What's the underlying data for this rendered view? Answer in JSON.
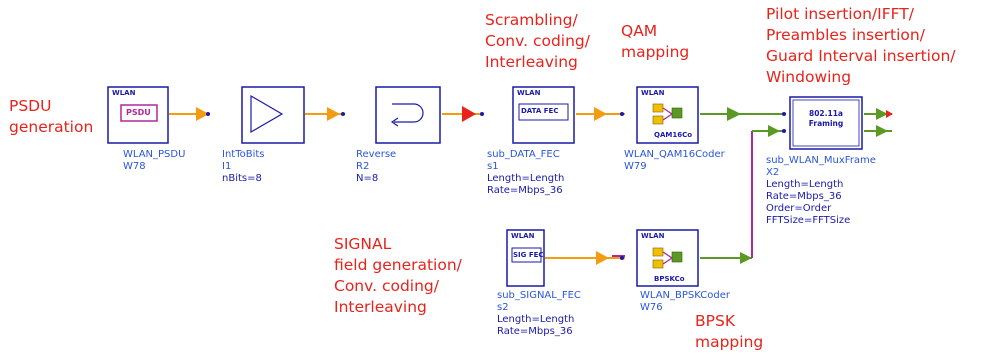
{
  "colors": {
    "annotation": "#e8231c",
    "component_name": "#2a56d8",
    "parameter": "#1a1aa8",
    "wire_orange": "#f39c12",
    "wire_magenta": "#b0289c",
    "wire_green": "#5a9a24",
    "block_border": "#1a1aa8"
  },
  "annotations": {
    "psdu": [
      "PSDU",
      "generation"
    ],
    "scrambling": [
      "Scrambling/",
      "Conv. coding/",
      "Interleaving"
    ],
    "qam": [
      "QAM",
      "mapping"
    ],
    "pilot": [
      "Pilot insertion/IFFT/",
      "Preambles insertion/",
      "Guard Interval insertion/",
      "Windowing"
    ],
    "signal": [
      "SIGNAL",
      "field generation/",
      "Conv. coding/",
      "Interleaving"
    ],
    "bpsk": [
      "BPSK",
      "mapping"
    ]
  },
  "blocks": {
    "psdu": {
      "badge": "WLAN",
      "inner": "PSDU",
      "name": "WLAN_PSDU",
      "id": "W78",
      "params": []
    },
    "inttobits": {
      "name": "IntToBits",
      "id": "I1",
      "params": [
        "nBits=8"
      ]
    },
    "reverse": {
      "name": "Reverse",
      "id": "R2",
      "params": [
        "N=8"
      ]
    },
    "data_fec": {
      "badge": "WLAN",
      "inner": "DATA FEC",
      "name": "sub_DATA_FEC",
      "id": "s1",
      "params": [
        "Length=Length",
        "Rate=Mbps_36"
      ]
    },
    "qam": {
      "badge": "WLAN",
      "inner": "QAM16Co",
      "name": "WLAN_QAM16Coder",
      "id": "W79",
      "params": []
    },
    "muxframe": {
      "inner": [
        "802.11a",
        "Framing"
      ],
      "name": "sub_WLAN_MuxFrame",
      "id": "X2",
      "params": [
        "Length=Length",
        "Rate=Mbps_36",
        "Order=Order",
        "FFTSize=FFTSize"
      ]
    },
    "sig_fec": {
      "badge": "WLAN",
      "inner": "SIG FEC",
      "name": "sub_SIGNAL_FEC",
      "id": "s2",
      "params": [
        "Length=Length",
        "Rate=Mbps_36"
      ]
    },
    "bpsk": {
      "badge": "WLAN",
      "inner": "BPSKCo",
      "name": "WLAN_BPSKCoder",
      "id": "W76",
      "params": []
    }
  }
}
